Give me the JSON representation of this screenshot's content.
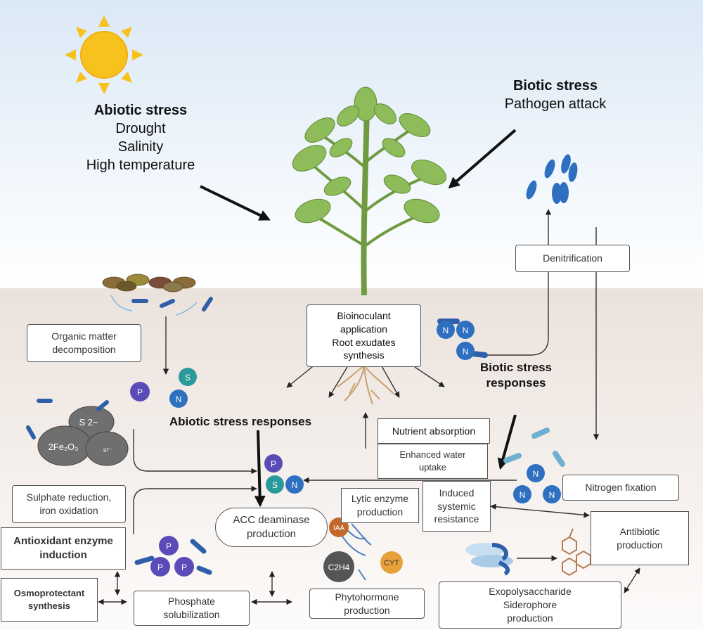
{
  "abiotic": {
    "title": "Abiotic stress",
    "items": [
      "Drought",
      "Salinity",
      "High temperature"
    ]
  },
  "biotic": {
    "title": "Biotic stress",
    "items": [
      "Pathogen attack"
    ]
  },
  "boxes": {
    "denitrification": "Denitrification",
    "bioinoculant": [
      "Bioinoculant",
      "application",
      "Root exudates",
      "synthesis"
    ],
    "organic_matter": [
      "Organic matter",
      "decomposition"
    ],
    "nutrient_absorption": "Nutrient absorption",
    "water_uptake": [
      "Enhanced water",
      "uptake"
    ],
    "nitrogen_fixation": "Nitrogen fixation",
    "sulphate": [
      "Sulphate reduction,",
      "iron oxidation"
    ],
    "lytic": [
      "Lytic enzyme",
      "production"
    ],
    "isr": [
      "Induced",
      "systemic",
      "resistance"
    ],
    "acc": [
      "ACC deaminase",
      "production"
    ],
    "antioxidant": [
      "Antioxidant enzyme",
      "induction"
    ],
    "antibiotic": [
      "Antibiotic",
      "production"
    ],
    "osmoprotectant": [
      "Osmoprotectant",
      "synthesis"
    ],
    "phosphate": [
      "Phosphate",
      "solubilization"
    ],
    "phytohormone": [
      "Phytohormone",
      "production"
    ],
    "exopolysaccharide": [
      "Exopolysaccharide",
      "Siderophore",
      "production"
    ]
  },
  "responses": {
    "biotic": [
      "Biotic stress",
      "responses"
    ],
    "abiotic": "Abiotic stress responses"
  },
  "molecules": {
    "P": "P",
    "S": "S",
    "N": "N",
    "S2": "S 2−",
    "fe": "2Fe₂O₃",
    "s_small": "s²⁻",
    "ia": "IAA",
    "c2h4": "C2H4",
    "cyt": "CYT"
  },
  "colors": {
    "sky_top": "#dbe9f6",
    "sky_bottom": "#ffffff",
    "soil_top": "#ebe2dc",
    "soil_bottom": "#fdfbfa",
    "leaf": "#8fbc5a",
    "stem": "#6f9a3f",
    "root": "#c9a26b",
    "P": "#5b4bb8",
    "S": "#2a9a9a",
    "N": "#2e6fc0",
    "sun": "#f8c21e",
    "bacteria": "#2f5fa8",
    "rock": "#6f6f6f",
    "iaa": "#c2682a",
    "c2h4": "#555555",
    "cyt": "#e8a03a"
  }
}
